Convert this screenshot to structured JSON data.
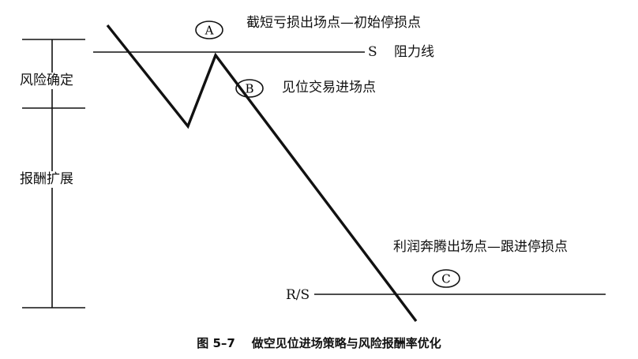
{
  "diagram": {
    "point_a": {
      "marker": "A",
      "text": "截短亏损出场点—初始停损点"
    },
    "point_b": {
      "marker": "B",
      "text": "见位交易进场点"
    },
    "point_c": {
      "marker": "C",
      "text": "利润奔腾出场点—跟进停损点"
    },
    "resistance": {
      "symbol": "S",
      "text": "阻力线"
    },
    "support_resistance": {
      "text": "R/S"
    },
    "left_scale": {
      "upper": "风险确定",
      "lower": "报酬扩展"
    }
  },
  "caption": {
    "figure_no": "图 5–7",
    "title": "做空见位进场策略与风险报酬率优化"
  }
}
